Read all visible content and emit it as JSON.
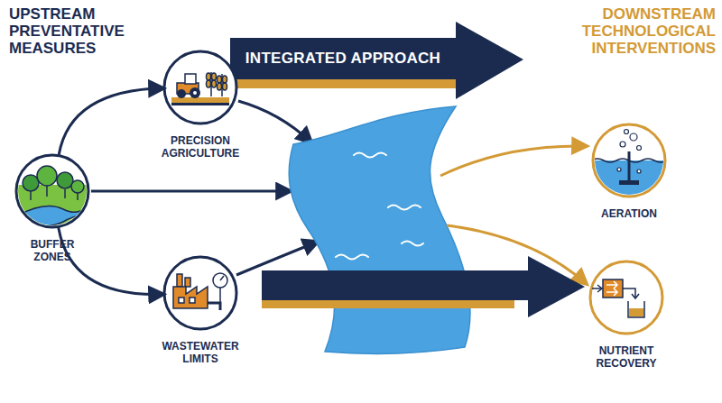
{
  "diagram": {
    "nodes": [
      {
        "text": [
          "INTEGRATED APPROACH"
        ]
      },
      {
        "text": [
          "PRECISION AGRICULTURE"
        ]
      },
      {
        "text": [
          "BUFFER ZONES"
        ]
      },
      {
        "text": [
          "WASTEWATER LIMITS"
        ]
      },
      {
        "text": [
          "AERATION"
        ]
      },
      {
        "text": [
          "NUTRIENT RECOVERY"
        ]
      }
    ],
    "edges": [
      {
        "from": 2,
        "to": 1,
        "arrow": "to"
      },
      {
        "from": 2,
        "to": 3,
        "arrow": "to"
      }
    ],
    "labels": [
      "UPSTREAM PREVENTATIVE MEASURES",
      "DOWNSTREAM TECHNOLOGICAL INTERVENTIONS"
    ]
  }
}
